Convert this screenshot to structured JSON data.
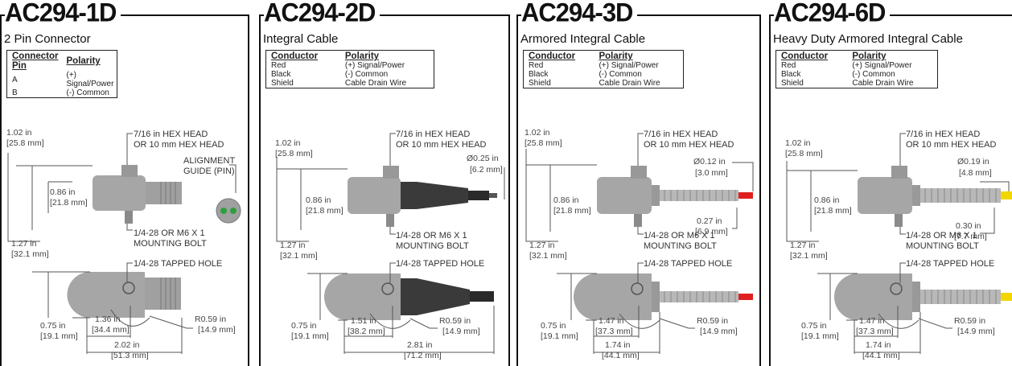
{
  "panels": [
    {
      "model": "AC294-1D",
      "subtitle": "2 Pin Connector",
      "headers": [
        "Connector Pin",
        "Polarity"
      ],
      "rows": [
        [
          "A",
          "(+) Signal/Power"
        ],
        [
          "B",
          "(-) Common"
        ]
      ],
      "dims": {
        "height_outer": [
          "1.02 in",
          "[25.8 mm]"
        ],
        "height_inner": [
          "0.86 in",
          "[21.8 mm]"
        ],
        "bottom": [
          "1.27 in",
          "[32.1 mm]"
        ],
        "hex": [
          "7/16 in HEX HEAD",
          "OR 10 mm HEX HEAD"
        ],
        "bolt": [
          "1/4-28 OR M6 X 1",
          "MOUNTING BOLT"
        ],
        "tapped": "1/4-28 TAPPED HOLE",
        "width_small": [
          "0.75 in",
          "[19.1 mm]"
        ],
        "len1": [
          "1.36 in",
          "[34.4 mm]"
        ],
        "len2": [
          "2.02 in",
          "[51.3 mm]"
        ],
        "radius": [
          "R0.59 in",
          "[14.9 mm]"
        ],
        "align": [
          "ALIGNMENT",
          "GUIDE (PIN)"
        ]
      }
    },
    {
      "model": "AC294-2D",
      "subtitle": "Integral Cable",
      "headers": [
        "Conductor",
        "Polarity"
      ],
      "rows": [
        [
          "Red",
          "(+) Signal/Power"
        ],
        [
          "Black",
          "(-) Common"
        ],
        [
          "Shield",
          "Cable Drain Wire"
        ]
      ],
      "dims": {
        "height_outer": [
          "1.02 in",
          "[25.8 mm]"
        ],
        "height_inner": [
          "0.86 in",
          "[21.8 mm]"
        ],
        "bottom": [
          "1.27 in",
          "[32.1 mm]"
        ],
        "hex": [
          "7/16 in HEX HEAD",
          "OR 10 mm HEX HEAD"
        ],
        "bolt": [
          "1/4-28 OR M6 X 1",
          "MOUNTING BOLT"
        ],
        "tapped": "1/4-28 TAPPED HOLE",
        "width_small": [
          "0.75 in",
          "[19.1 mm]"
        ],
        "len1": [
          "1.51 in",
          "[38.2 mm]"
        ],
        "len2": [
          "2.81 in",
          "[71.2 mm]"
        ],
        "radius": [
          "R0.59 in",
          "[14.9 mm]"
        ],
        "cable": [
          "Ø0.25 in",
          "[6.2 mm]"
        ]
      }
    },
    {
      "model": "AC294-3D",
      "subtitle": "Armored Integral Cable",
      "headers": [
        "Conductor",
        "Polarity"
      ],
      "rows": [
        [
          "Red",
          "(+) Signal/Power"
        ],
        [
          "Black",
          "(-) Common"
        ],
        [
          "Shield",
          "Cable Drain Wire"
        ]
      ],
      "dims": {
        "height_outer": [
          "1.02 in",
          "[25.8 mm]"
        ],
        "height_inner": [
          "0.86 in",
          "[21.8 mm]"
        ],
        "bottom": [
          "1.27 in",
          "[32.1 mm]"
        ],
        "hex": [
          "7/16 in HEX HEAD",
          "OR 10 mm HEX HEAD"
        ],
        "bolt": [
          "1/4-28 OR M6 X 1",
          "MOUNTING BOLT"
        ],
        "tapped": "1/4-28 TAPPED HOLE",
        "width_small": [
          "0.75 in",
          "[19.1 mm]"
        ],
        "len1": [
          "1.47 in",
          "[37.3 mm]"
        ],
        "len2": [
          "1.74 in",
          "[44.1 mm]"
        ],
        "radius": [
          "R0.59 in",
          "[14.9 mm]"
        ],
        "cable": [
          "Ø0.12 in",
          "[3.0 mm]"
        ],
        "armor": [
          "0.27 in",
          "[6.9 mm]"
        ]
      }
    },
    {
      "model": "AC294-6D",
      "subtitle": "Heavy Duty Armored Integral Cable",
      "headers": [
        "Conductor",
        "Polarity"
      ],
      "rows": [
        [
          "Red",
          "(+) Signal/Power"
        ],
        [
          "Black",
          "(-) Common"
        ],
        [
          "Shield",
          "Cable Drain Wire"
        ]
      ],
      "dims": {
        "height_outer": [
          "1.02 in",
          "[25.8 mm]"
        ],
        "height_inner": [
          "0.86 in",
          "[21.8 mm]"
        ],
        "bottom": [
          "1.27 in",
          "[32.1 mm]"
        ],
        "hex": [
          "7/16 in HEX HEAD",
          "OR 10 mm HEX HEAD"
        ],
        "bolt": [
          "1/4-28 OR M6 X 1",
          "MOUNTING BOLT"
        ],
        "tapped": "1/4-28 TAPPED HOLE",
        "width_small": [
          "0.75 in",
          "[19.1 mm]"
        ],
        "len1": [
          "1.47 in",
          "[37.3 mm]"
        ],
        "len2": [
          "1.74 in",
          "[44.1 mm]"
        ],
        "radius": [
          "R0.59 in",
          "[14.9 mm]"
        ],
        "cable": [
          "Ø0.19 in",
          "[4.8 mm]"
        ],
        "armor": [
          "0.30 in",
          "[7.7 mm]"
        ]
      }
    }
  ],
  "colors": {
    "sensor_body": "#a6a6a6",
    "cable_black": "#3a3a3a",
    "cable_red": "#e02020",
    "cable_yellow": "#f2d600",
    "armor": "#b8b8b8",
    "pin_green": "#2e9e3e"
  }
}
